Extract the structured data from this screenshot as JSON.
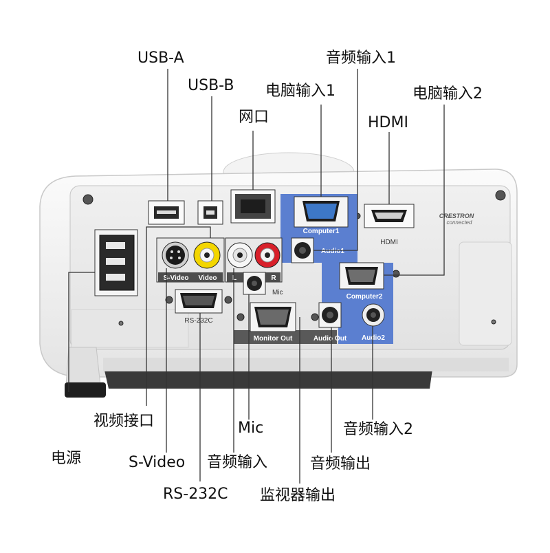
{
  "callouts": {
    "usb_a": "USB-A",
    "usb_b": "USB-B",
    "lan": "网口",
    "computer_in_1": "电脑输入1",
    "audio_in_1": "音频输入1",
    "hdmi": "HDMI",
    "computer_in_2": "电脑输入2",
    "power": "电源",
    "video_port": "视频接口",
    "s_video": "S-Video",
    "rs232c": "RS-232C",
    "audio_in": "音频输入",
    "mic": "Mic",
    "monitor_out": "监视器输出",
    "audio_out": "音频输出",
    "audio_in_2": "音频输入2"
  },
  "panel_labels": {
    "computer1": "Computer1",
    "audio1": "Audio1",
    "hdmi": "HDMI",
    "computer2": "Computer2",
    "audio2": "Audio2",
    "s_video": "S-Video",
    "video": "Video",
    "left": "L",
    "right": "R",
    "mic": "Mic",
    "rs232c": "RS-232C",
    "monitor_out": "Monitor Out",
    "audio_out": "Audio Out",
    "brand": "CRESTRON",
    "brand_sub": "connected"
  },
  "colors": {
    "panel_blue": "#5b7fd0",
    "housing": "#f1f1f1",
    "dark_label_bar": "#555555",
    "yellow_jack": "#f3d600",
    "red_jack": "#d8202a",
    "leader_line": "#333333"
  }
}
